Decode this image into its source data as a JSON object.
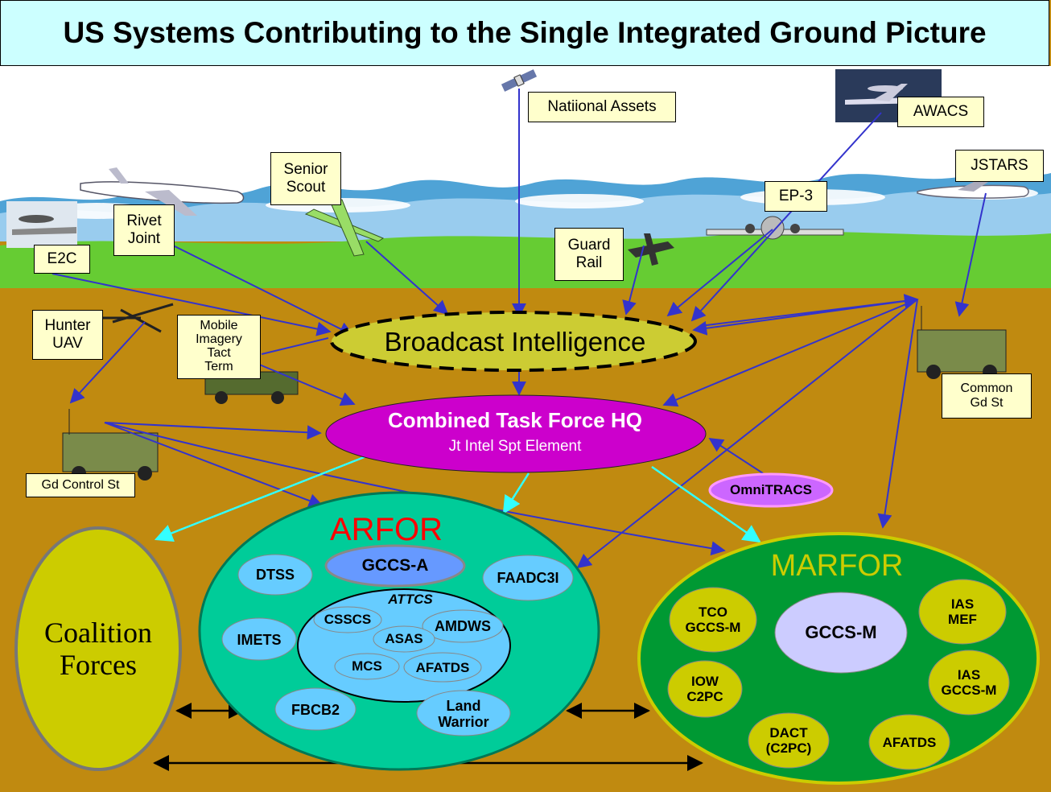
{
  "title": "US Systems Contributing to the Single Integrated Ground Picture",
  "colors": {
    "ground": "#c08a10",
    "sky": "#ccffff",
    "grass": "#66cc33",
    "label_bg": "#ffffcc",
    "broadcast": "#cccc33",
    "hq": "#cc00cc",
    "arfor": "#00cc99",
    "marfor": "#009933",
    "coalition": "#cccc00",
    "system_blue": "#66ccff",
    "system_olive": "#cccc00",
    "arrow_blue": "#3333cc",
    "arrow_cyan": "#33ffff",
    "red_text": "#ff0000"
  },
  "sensors": {
    "national": "Natiional Assets",
    "awacs": "AWACS",
    "jstars": "JSTARS",
    "senior_scout": "Senior\nScout",
    "ep3": "EP-3",
    "rivet": "Rivet\nJoint",
    "e2c": "E2C",
    "guard_rail": "Guard\nRail",
    "hunter": "Hunter\nUAV",
    "mobile": "Mobile\nImagery\nTact\nTerm",
    "common_gd": "Common\nGd St",
    "gd_control": "Gd Control St"
  },
  "broadcast": "Broadcast Intelligence",
  "hq": {
    "title": "Combined Task Force HQ",
    "subtitle": "Jt Intel Spt Element"
  },
  "omnitracs": "OmniTRACS",
  "coalition": "Coalition\nForces",
  "arfor": {
    "label": "ARFOR",
    "gccs": "GCCS-A",
    "attcs": "ATTCS",
    "systems": {
      "dtss": "DTSS",
      "faadc3i": "FAADC3I",
      "imets": "IMETS",
      "fbcb2": "FBCB2",
      "land_warrior": "Land\nWarrior",
      "csscs": "CSSCS",
      "amdws": "AMDWS",
      "asas": "ASAS",
      "mcs": "MCS",
      "afatds": "AFATDS"
    }
  },
  "marfor": {
    "label": "MARFOR",
    "gccs": "GCCS-M",
    "systems": {
      "tco": "TCO\nGCCS-M",
      "ias_mef": "IAS\nMEF",
      "iow": "IOW\nC2PC",
      "ias_gccs": "IAS\nGCCS-M",
      "dact": "DACT\n(C2PC)",
      "afatds": "AFATDS"
    }
  }
}
